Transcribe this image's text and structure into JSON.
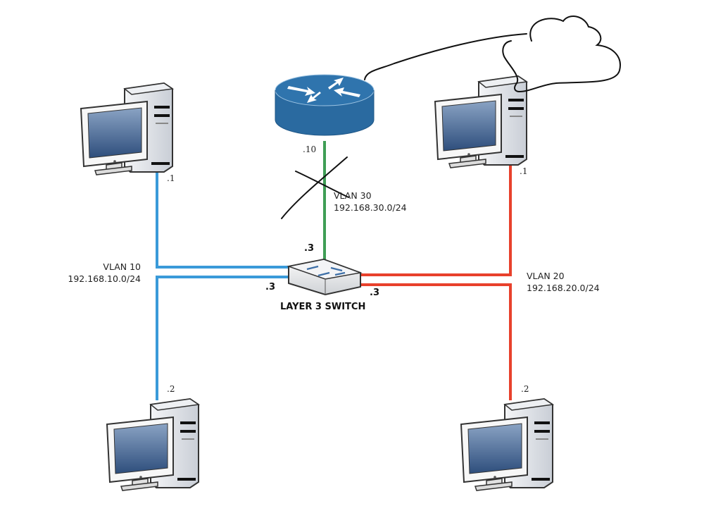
{
  "diagram": {
    "title": "Router-on-a-stick / Layer 3 switch VLAN topology",
    "colors": {
      "vlan10": "#3a9ad9",
      "vlan20": "#e8412c",
      "vlan30": "#3f9e55",
      "router": "#2a6aa0",
      "sketch": "#111111"
    },
    "router": {
      "name": "router",
      "icon": "router-icon",
      "address": ".10",
      "crossed_out": true
    },
    "switch": {
      "label": "LAYER 3 SWITCH",
      "icon": "layer3-switch-icon",
      "addresses": {
        "vlan30": ".3",
        "vlan10": ".3",
        "vlan20": ".3"
      }
    },
    "cloud": {
      "icon": "cloud-icon",
      "hand_drawn": true
    },
    "vlans": [
      {
        "id": "vlan10",
        "name": "VLAN 10",
        "subnet": "192.168.10.0/24"
      },
      {
        "id": "vlan20",
        "name": "VLAN 20",
        "subnet": "192.168.20.0/24"
      },
      {
        "id": "vlan30",
        "name": "VLAN 30",
        "subnet": "192.168.30.0/24"
      }
    ],
    "hosts": [
      {
        "id": "pc-top-left",
        "vlan": "VLAN 10",
        "address": ".1",
        "icon": "desktop-computer-icon"
      },
      {
        "id": "pc-bottom-left",
        "vlan": "VLAN 10",
        "address": ".2",
        "icon": "desktop-computer-icon"
      },
      {
        "id": "pc-top-right",
        "vlan": "VLAN 20",
        "address": ".1",
        "icon": "desktop-computer-icon"
      },
      {
        "id": "pc-bottom-right",
        "vlan": "VLAN 20",
        "address": ".2",
        "icon": "desktop-computer-icon"
      }
    ]
  }
}
